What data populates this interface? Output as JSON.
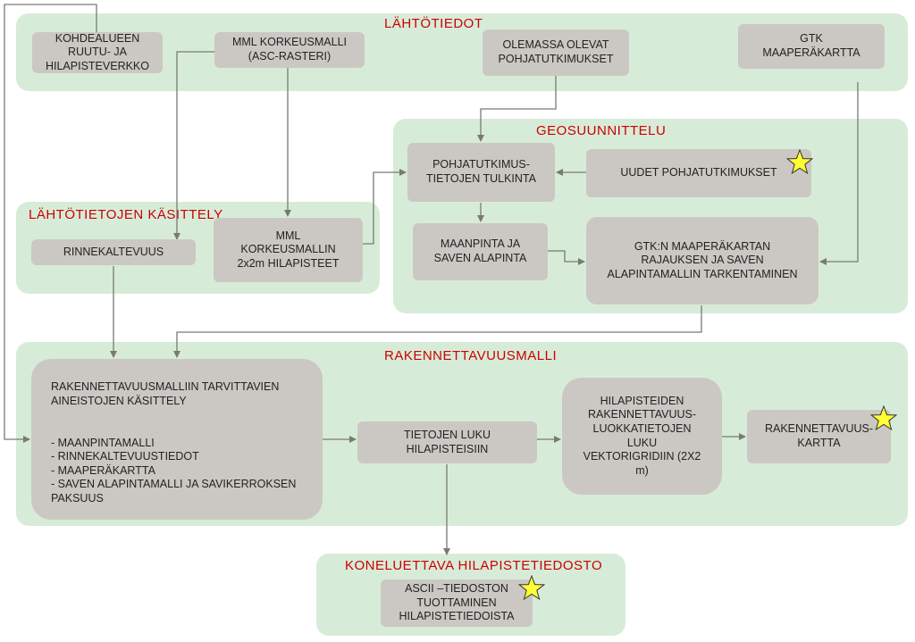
{
  "groups": {
    "lahtotiedot": "LÄHTÖTIEDOT",
    "geosuunnittelu": "GEOSUUNNITTELU",
    "kasittely": "LÄHTÖTIETOJEN KÄSITTELY",
    "rakennettavuusmalli": "RAKENNETTAVUUSMALLI",
    "koneluettava": "KONELUETTAVA HILAPISTETIEDOSTO"
  },
  "nodes": {
    "kohdealue": "KOHDEALUEEN\nRUUTU- JA\nHILAPISTEVERKKO",
    "mml_korkeusmalli": "MML KORKEUSMALLI\n(ASC-RASTERI)",
    "olemassa_olevat": "OLEMASSA OLEVAT\nPOHJATUTKIMUKSET",
    "gtk_maaperakartta": "GTK\nMAAPERÄKARTTA",
    "pohjatutkimustulkinta": "POHJATUTKIMUS-\nTIETOJEN TULKINTA",
    "uudet_pohjatutkimukset": "UUDET POHJATUTKIMUKSET",
    "maanpinta_savi": "MAANPINTA JA\nSAVEN ALAPINTA",
    "gtk_tarkentaminen": "GTK:N MAAPERÄKARTAN\nRAJAUKSEN JA SAVEN\nALAPINTAMALLIN TARKENTAMINEN",
    "rinnekaltevuus": "RINNEKALTEVUUS",
    "mml_hilapisteet": "MML\nKORKEUSMALLIN\n2x2m HILAPISTEET",
    "aineistojen_kasittely": "RAKENNETTAVUUSMALLIIN TARVITTAVIEN\nAINEISTOJEN KÄSITTELY\n\n\n- MAANPINTAMALLI\n- RINNEKALTEVUUSTIEDOT\n- MAAPERÄKARTTA\n- SAVEN ALAPINTAMALLI JA SAVIKERROKSEN\nPAKSUUS",
    "tietojen_luku": "TIETOJEN LUKU\nHILAPISTEISIIN",
    "luokkatietojen_luku": "HILAPISTEIDEN\nRAKENNETTAVUUS-\nLUOKKATIETOJEN\nLUKU\nVEKTORIGRIDIIN (2X2\nm)",
    "rakennettavuuskartta": "RAKENNETTAVUUS-\nKARTTA",
    "ascii_tuottaminen": "ASCII –TIEDOSTON\nTUOTTAMINEN\nHILAPISTETIEDOISTA"
  },
  "icons": {
    "star": "star-icon"
  },
  "colors": {
    "group_fill": "#d7ecd8",
    "box_fill": "#cbc8c4",
    "title_color": "#cc0000",
    "arrow_color": "#7a7a70",
    "star_fill": "#ffff33"
  }
}
